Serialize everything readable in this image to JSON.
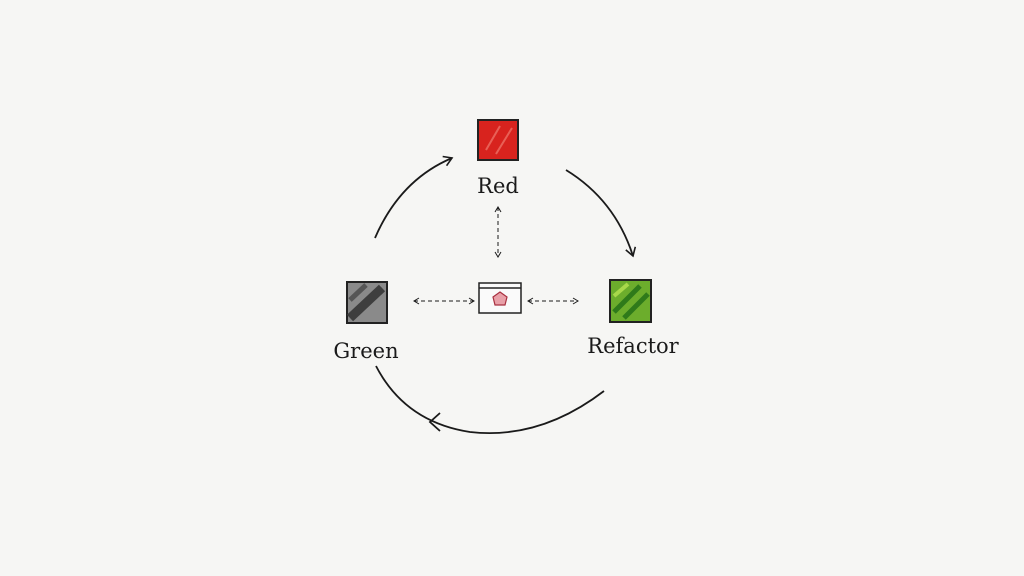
{
  "nodes": {
    "red": {
      "label": "Red",
      "color": "#d8231e"
    },
    "green": {
      "label": "Green",
      "color": "#5a5a5a"
    },
    "refactor": {
      "label": "Refactor",
      "color": "#4e9a23"
    }
  },
  "center": {
    "icon": "browser-window-pentagon-icon",
    "accent": "#e8a0a8"
  },
  "colors": {
    "stroke": "#1a1a1a",
    "background": "#f6f6f4"
  }
}
